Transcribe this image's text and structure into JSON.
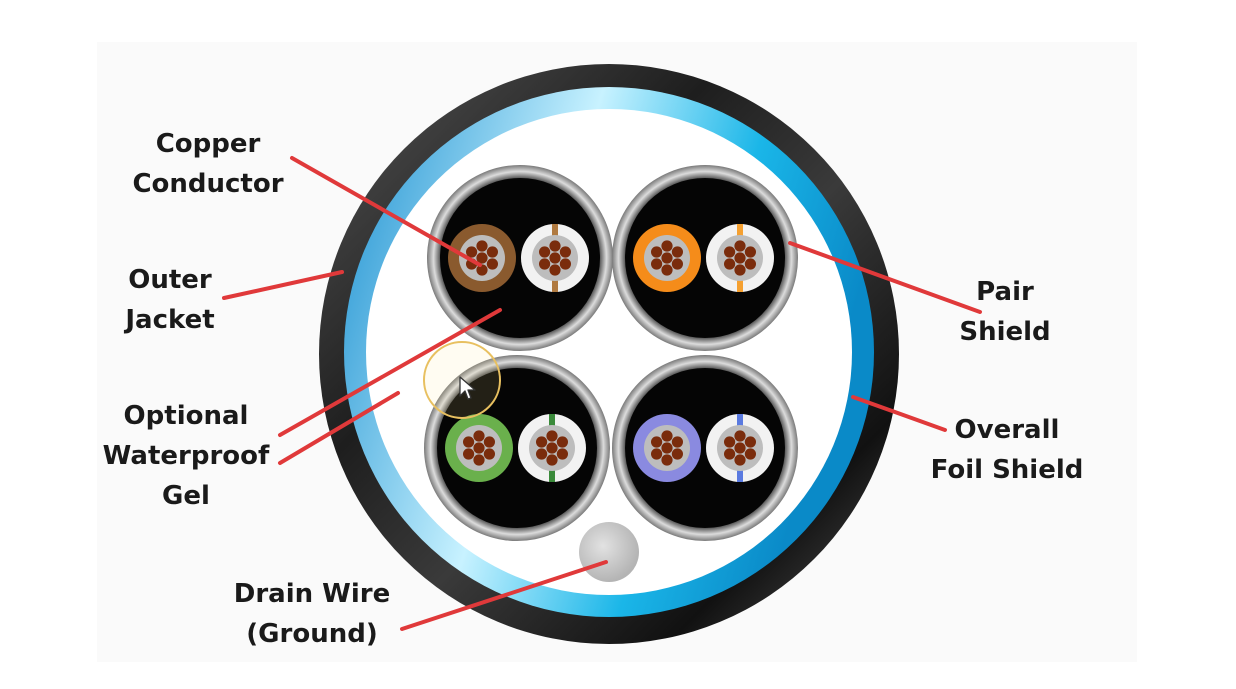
{
  "labels": {
    "copper_conductor": [
      "Copper",
      "Conductor"
    ],
    "outer_jacket": [
      "Outer",
      "Jacket"
    ],
    "waterproof_gel": [
      "Optional",
      "Waterproof",
      "Gel"
    ],
    "drain_wire": [
      "Drain Wire",
      "(Ground)"
    ],
    "pair_shield": [
      "Pair",
      "Shield"
    ],
    "overall_foil_shield": [
      "Overall",
      "Foil Shield"
    ]
  },
  "colors": {
    "leader_line": "#e0393a",
    "jacket_dark": "#2c2c2c",
    "foil_blue": "#1aa0e0",
    "foil_light": "#bff0ff",
    "core_copper": "#7a2c0c",
    "pair_fill": "#050505",
    "pair_shield_metal": "#a0a0a0",
    "drain_wire": "#c8c8c8",
    "insulation_brown": "#8a5a2e",
    "insulation_orange": "#f58c1a",
    "insulation_green": "#6ab04c",
    "insulation_blue": "#8a8ae0",
    "insulation_white": "#f2f2f2",
    "cursor_highlight": "#e8c060"
  },
  "pairs": [
    {
      "name": "brown-pair",
      "solid_color": "#8a5a2e",
      "stripe_color": "#b07a40"
    },
    {
      "name": "orange-pair",
      "solid_color": "#f58c1a",
      "stripe_color": "#f5a030"
    },
    {
      "name": "green-pair",
      "solid_color": "#6ab04c",
      "stripe_color": "#3a8a3a"
    },
    {
      "name": "blue-pair",
      "solid_color": "#8a8ae0",
      "stripe_color": "#5a7ae0"
    }
  ]
}
